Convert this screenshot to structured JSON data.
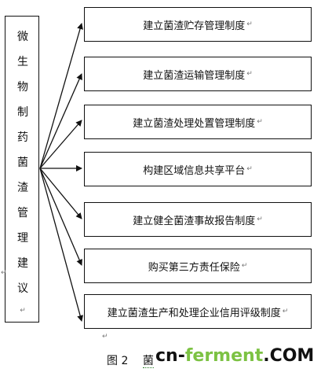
{
  "left_box": {
    "chars": [
      "微",
      "生",
      "物",
      "制",
      "药",
      "菌",
      "渣",
      "管",
      "理",
      "建",
      "议"
    ]
  },
  "para_mark": "↵",
  "right_boxes": [
    "建立菌渣贮存管理制度",
    "建立菌渣运输管理制度",
    "建立菌渣处理处置管理制度",
    "构建区域信息共享平台",
    "建立健全菌渣事故报告制度",
    "购买第三方责任保险",
    "建立菌渣生产和处理企业信用评级制度"
  ],
  "caption": {
    "figure_no": "图 2",
    "title_fragment": "菌"
  },
  "watermark": {
    "cn": "cn-",
    "ferment": "ferment",
    "com": ".COM"
  },
  "colors": {
    "line": "#111111",
    "watermark_green": "#7cc243"
  }
}
